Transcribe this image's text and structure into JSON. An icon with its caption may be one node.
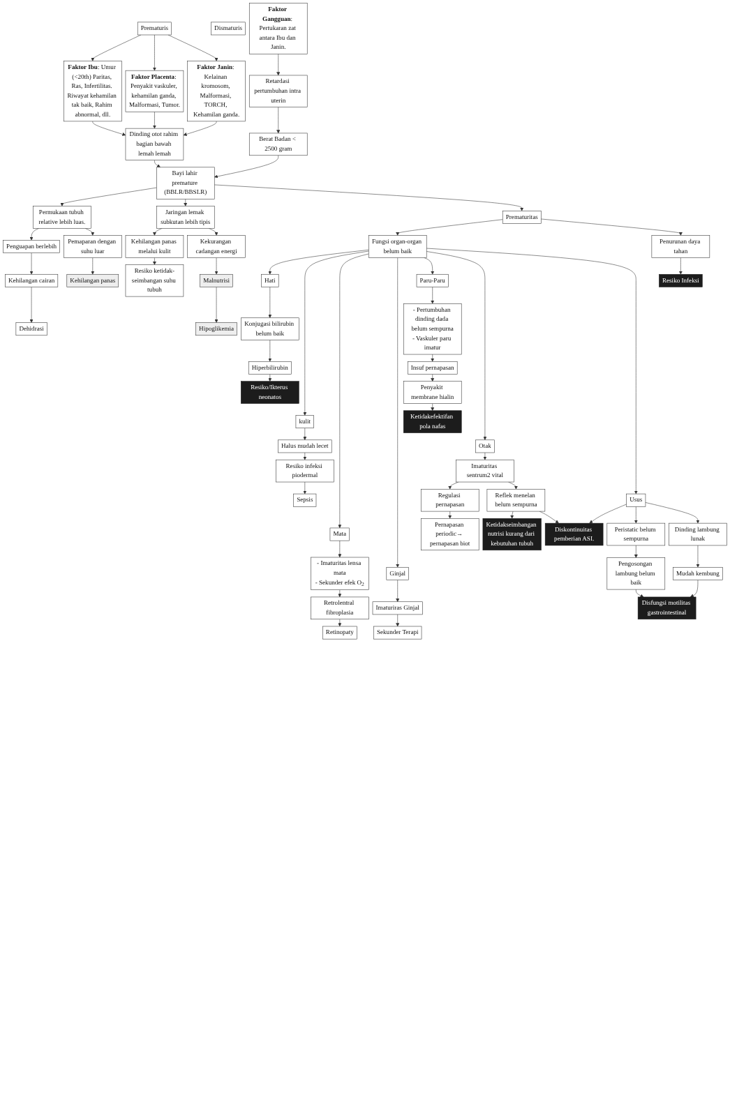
{
  "diagram": {
    "nodes": [
      {
        "text": [
          "Prematuris"
        ]
      },
      {
        "text": [
          "Dismaturis"
        ]
      },
      {
        "text": [
          "**Faktor Ibu**: Umur (<20th) Paritas, Ras, Infertilitas. Riwayat kehamilan tak baik, Rahim abnormal, dll."
        ]
      },
      {
        "text": [
          "**Faktor Placenta**: Penyakit vaskuler, kehamilan ganda, Malformasi, Tumor."
        ]
      },
      {
        "text": [
          "**Faktor Janin**: Kelainan kromosom, Malformasi, TORCH, Kehamilan ganda."
        ]
      },
      {
        "text": [
          "**Faktor Gangguan**: Pertukaran zat antara Ibu dan Janin."
        ]
      },
      {
        "text": [
          "Retardasi pertumbuhan intra uterin"
        ]
      },
      {
        "text": [
          "Dinding otot rahim bagian bawah lemah lemah"
        ]
      },
      {
        "text": [
          "Bayi lahir premature (BBLR/BBSLR)"
        ]
      },
      {
        "text": [
          "Berat Badan < 2500 gram"
        ]
      },
      {
        "text": [
          "Fungsi organ-organ belum baik"
        ]
      },
      {
        "text": [
          "Permukaan tubuh relative lebih luas."
        ]
      },
      {
        "text": [
          "Jaringan lemak subkutan lebih tipis"
        ]
      },
      {
        "text": [
          "Prematuritas"
        ]
      },
      {
        "text": [
          "Penurunan daya tahan"
        ]
      },
      {
        "text": [
          "Resiko Infeksi"
        ]
      },
      {
        "text": [
          "Penguapan berlebih"
        ]
      },
      {
        "text": [
          "Pemaparan dengan suhu luar"
        ]
      },
      {
        "text": [
          "Kehilangan panas melalui kulit"
        ]
      },
      {
        "text": [
          "Kekurangan cadangan energi"
        ]
      },
      {
        "text": [
          "Kehilangan cairan"
        ]
      },
      {
        "text": [
          "Kehilangan panas"
        ]
      },
      {
        "text": [
          "Malnutrisi"
        ]
      },
      {
        "text": [
          "Dehidrasi"
        ]
      },
      {
        "text": [
          "Hipoglikemia"
        ]
      },
      {
        "text": [
          "Resiko ketidak-seimbangan suhu tubuh"
        ]
      },
      {
        "text": [
          "Resiko/Ikterus neonatos"
        ]
      },
      {
        "text": [
          "Hiperbilirubin"
        ]
      },
      {
        "text": [
          "Konjugasi bilirubin belum baik"
        ]
      },
      {
        "text": [
          "Hati"
        ]
      },
      {
        "text": [
          "Sepsis"
        ]
      },
      {
        "text": [
          "Resiko infeksi piodermal"
        ]
      },
      {
        "text": [
          "Halus mudah lecet"
        ]
      },
      {
        "text": [
          "kulit"
        ]
      },
      {
        "text": [
          "Retinopaty"
        ]
      },
      {
        "text": [
          "Retrolentral fibroplasia"
        ]
      },
      {
        "text": [
          "- Imaturitas lensa mata",
          "- Sekunder efek O$_{2}$"
        ]
      },
      {
        "text": [
          "Mata"
        ]
      },
      {
        "text": [
          "Sekunder Terapi"
        ]
      },
      {
        "text": [
          "Imaturiras Ginjal"
        ]
      },
      {
        "text": [
          "Ginjal"
        ]
      },
      {
        "text": [
          "Penyakit membrane hialin"
        ]
      },
      {
        "text": [
          "Insuf pernapasan"
        ]
      },
      {
        "text": [
          "- Pertumbuhan dinding dada belum sempurna",
          "- Vaskuler paru imatur"
        ]
      },
      {
        "text": [
          "Paru-Paru"
        ]
      },
      {
        "text": [
          "Ketidakefektifan pola nafas"
        ]
      },
      {
        "text": [
          "Imaturitas sentrum2 vital"
        ]
      },
      {
        "text": [
          "Otak"
        ]
      },
      {
        "text": [
          "Regulasi pernapasan"
        ]
      },
      {
        "text": [
          "Reflek menelan belum sempurna"
        ]
      },
      {
        "text": [
          "Pernapasan periodic→ pernapasan biot"
        ]
      },
      {
        "text": [
          "Ketidakseimbangan nutrisi kurang dari kebutuhan tubuh"
        ]
      },
      {
        "text": [
          "Diskontinuitas pemberian ASI."
        ]
      },
      {
        "text": [
          "Usus"
        ]
      },
      {
        "text": [
          "Peristatic belum sempurna"
        ]
      },
      {
        "text": [
          "Dinding lambung lunak"
        ]
      },
      {
        "text": [
          "Pengosongan lambung belum baik"
        ]
      },
      {
        "text": [
          "Mudah kembung"
        ]
      },
      {
        "text": [
          "Disfungsi motilitas gastrointestinal"
        ]
      }
    ],
    "edges": [
      {
        "from": 0,
        "to": 2,
        "arrow": "to"
      },
      {
        "from": 0,
        "to": 3,
        "arrow": "to"
      },
      {
        "from": 0,
        "to": 4,
        "arrow": "to"
      },
      {
        "from": 2,
        "to": 7,
        "arrow": "to"
      },
      {
        "from": 3,
        "to": 7,
        "arrow": "to"
      },
      {
        "from": 4,
        "to": 7,
        "arrow": "to"
      },
      {
        "from": 5,
        "to": 6,
        "arrow": "to"
      },
      {
        "from": 6,
        "to": 9,
        "arrow": "to"
      },
      {
        "from": 7,
        "to": 8,
        "arrow": "to"
      },
      {
        "from": 9,
        "to": 8,
        "arrow": "to"
      },
      {
        "from": 8,
        "to": 11,
        "arrow": "to"
      },
      {
        "from": 8,
        "to": 12,
        "arrow": "to"
      },
      {
        "from": 8,
        "to": 13,
        "arrow": "to"
      },
      {
        "from": 13,
        "to": 10,
        "arrow": "to"
      },
      {
        "from": 13,
        "to": 14,
        "arrow": "to"
      },
      {
        "from": 14,
        "to": 15,
        "arrow": "to"
      },
      {
        "from": 11,
        "to": 16,
        "arrow": "to"
      },
      {
        "from": 11,
        "to": 17,
        "arrow": "to"
      },
      {
        "from": 12,
        "to": 18,
        "arrow": "to"
      },
      {
        "from": 12,
        "to": 19,
        "arrow": "to"
      },
      {
        "from": 16,
        "to": 20,
        "arrow": "to"
      },
      {
        "from": 17,
        "to": 21,
        "arrow": "to"
      },
      {
        "from": 19,
        "to": 22,
        "arrow": "to"
      },
      {
        "from": 20,
        "to": 23,
        "arrow": "to"
      },
      {
        "from": 22,
        "to": 24,
        "arrow": "to"
      },
      {
        "from": 18,
        "to": 25,
        "arrow": "to"
      },
      {
        "from": 10,
        "to": 29,
        "arrow": "to"
      },
      {
        "from": 10,
        "to": 33,
        "arrow": "to"
      },
      {
        "from": 10,
        "to": 37,
        "arrow": "to"
      },
      {
        "from": 10,
        "to": 40,
        "arrow": "to"
      },
      {
        "from": 10,
        "to": 44,
        "arrow": "to"
      },
      {
        "from": 10,
        "to": 47,
        "arrow": "to"
      },
      {
        "from": 10,
        "to": 53,
        "arrow": "to"
      },
      {
        "from": 29,
        "to": 28,
        "arrow": "to"
      },
      {
        "from": 28,
        "to": 27,
        "arrow": "to"
      },
      {
        "from": 27,
        "to": 26,
        "arrow": "to"
      },
      {
        "from": 33,
        "to": 32,
        "arrow": "to"
      },
      {
        "from": 32,
        "to": 31,
        "arrow": "to"
      },
      {
        "from": 31,
        "to": 30,
        "arrow": "to"
      },
      {
        "from": 37,
        "to": 36,
        "arrow": "to"
      },
      {
        "from": 36,
        "to": 35,
        "arrow": "to"
      },
      {
        "from": 35,
        "to": 34,
        "arrow": "to"
      },
      {
        "from": 40,
        "to": 39,
        "arrow": "to"
      },
      {
        "from": 39,
        "to": 38,
        "arrow": "to"
      },
      {
        "from": 44,
        "to": 43,
        "arrow": "to"
      },
      {
        "from": 43,
        "to": 42,
        "arrow": "to"
      },
      {
        "from": 42,
        "to": 41,
        "arrow": "to"
      },
      {
        "from": 41,
        "to": 45,
        "arrow": "to"
      },
      {
        "from": 47,
        "to": 46,
        "arrow": "to"
      },
      {
        "from": 46,
        "to": 48,
        "arrow": "to"
      },
      {
        "from": 46,
        "to": 49,
        "arrow": "to"
      },
      {
        "from": 48,
        "to": 50,
        "arrow": "to"
      },
      {
        "from": 49,
        "to": 51,
        "arrow": "to"
      },
      {
        "from": 49,
        "to": 52,
        "arrow": "to"
      },
      {
        "from": 53,
        "to": 52,
        "arrow": "to"
      },
      {
        "from": 53,
        "to": 54,
        "arrow": "to"
      },
      {
        "from": 53,
        "to": 55,
        "arrow": "to"
      },
      {
        "from": 54,
        "to": 56,
        "arrow": "to"
      },
      {
        "from": 55,
        "to": 57,
        "arrow": "to"
      },
      {
        "from": 56,
        "to": 58,
        "arrow": "to"
      },
      {
        "from": 57,
        "to": 58,
        "arrow": "to"
      }
    ]
  }
}
